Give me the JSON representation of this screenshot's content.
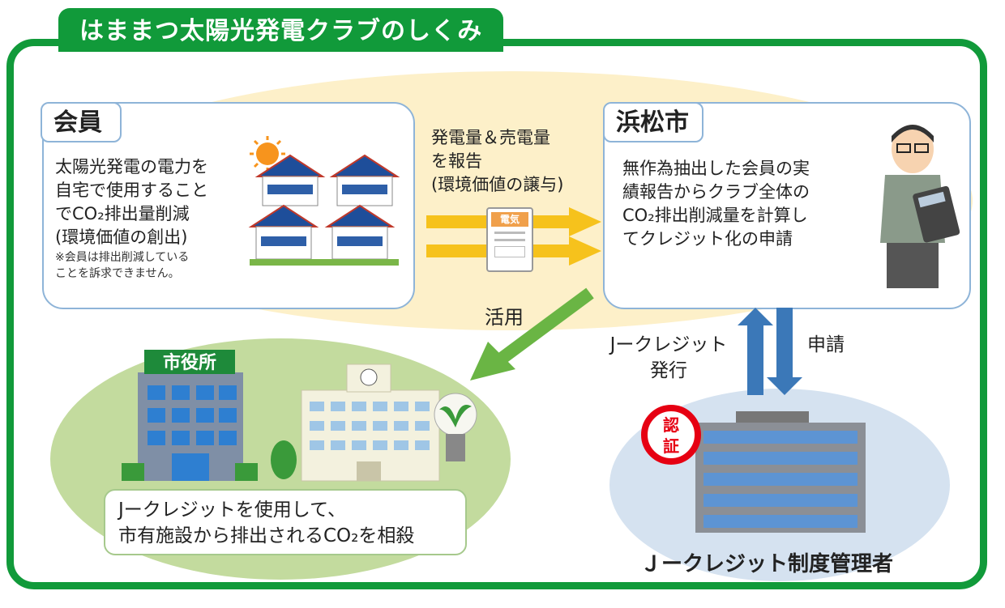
{
  "title": "はままつ太陽光発電クラブのしくみ",
  "member": {
    "heading": "会員",
    "lines": [
      "太陽光発電の電力を",
      "自宅で使用すること",
      "でCO₂排出量削減",
      "(環境価値の創出)"
    ],
    "note_lines": [
      "※会員は排出削減している",
      "ことを訴求できません。"
    ]
  },
  "report": {
    "lines": [
      "発電量＆売電量",
      "を報告",
      "(環境価値の譲与)"
    ],
    "meter_label": "電気"
  },
  "city": {
    "heading": "浜松市",
    "lines": [
      "無作為抽出した会員の実",
      "績報告からクラブ全体の",
      "CO₂排出削減量を計算し",
      "てクレジット化の申請"
    ]
  },
  "use_label": "活用",
  "issue_lines": [
    "Jークレジット",
    "発行"
  ],
  "apply_label": "申請",
  "city_hall_sign": "市役所",
  "result_lines": [
    "Jークレジットを使用して、",
    "市有施設から排出されるCO₂を相殺"
  ],
  "certify_lines": [
    "認",
    "証"
  ],
  "admin_label": "Ｊークレジット制度管理者",
  "colors": {
    "frame_green": "#119a3a",
    "panel_border": "#8eb4d8",
    "arrow_yellow": "#f6c21c",
    "arrow_green": "#6ab544",
    "arrow_blue": "#3b78b8",
    "band_yellow": "#fdf0c9",
    "oval_green": "#c3db9e",
    "oval_blue": "#d5e2f0",
    "certify_red": "#e60012"
  }
}
